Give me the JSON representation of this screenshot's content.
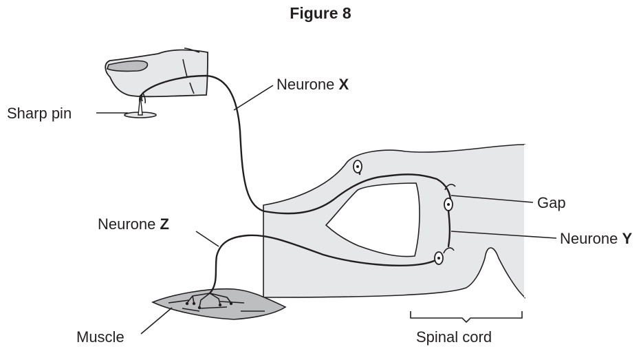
{
  "figure": {
    "title": "Figure 8"
  },
  "labels": {
    "neurone_x_prefix": "Neurone ",
    "neurone_x_letter": "X",
    "neurone_y_prefix": "Neurone ",
    "neurone_y_letter": "Y",
    "neurone_z_prefix": "Neurone ",
    "neurone_z_letter": "Z",
    "sharp_pin": "Sharp pin",
    "gap": "Gap",
    "muscle": "Muscle",
    "spinal_cord": "Spinal cord"
  },
  "colors": {
    "tissue_fill": "#e6e7e8",
    "muscle_fill": "#bcbec0",
    "ink": "#231f20"
  }
}
